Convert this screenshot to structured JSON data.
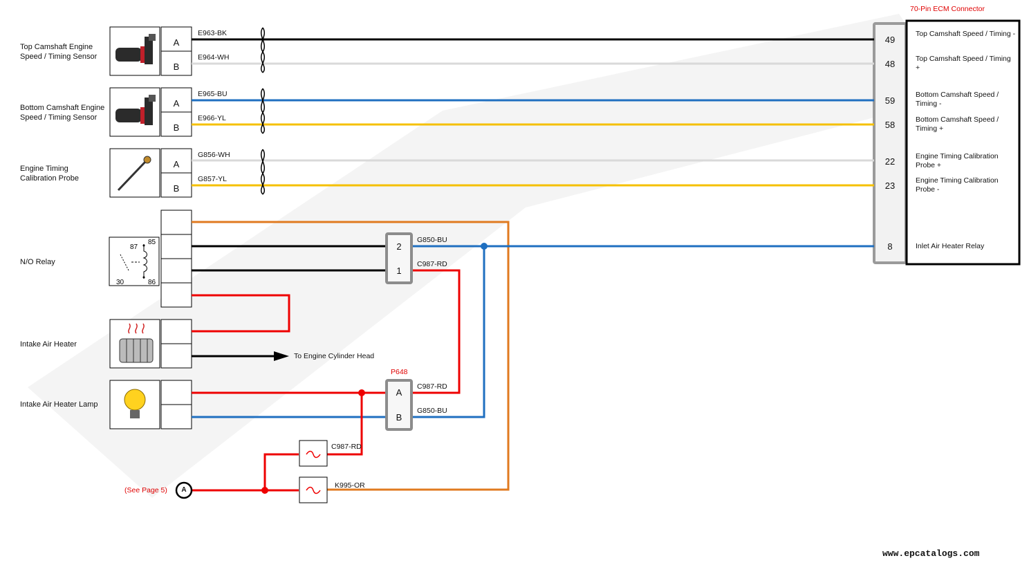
{
  "ecm_connector": {
    "title": "70-Pin ECM Connector",
    "pins": [
      {
        "num": "49",
        "desc": "Top Camshaft Speed / Timing -"
      },
      {
        "num": "48",
        "desc": "Top Camshaft Speed / Timing +"
      },
      {
        "num": "59",
        "desc": "Bottom Camshaft Speed / Timing -"
      },
      {
        "num": "58",
        "desc": "Bottom Camshaft Speed / Timing +"
      },
      {
        "num": "22",
        "desc": "Engine Timing Calibration Probe +"
      },
      {
        "num": "23",
        "desc": "Engine Timing Calibration Probe -"
      },
      {
        "num": "8",
        "desc": "Inlet Air Heater Relay"
      }
    ]
  },
  "components": [
    {
      "name": "Top Camshaft Engine Speed / Timing Sensor",
      "icon": "camshaft-sensor-icon",
      "pins": [
        "A",
        "B"
      ]
    },
    {
      "name": "Bottom Camshaft Engine Speed / Timing Sensor",
      "icon": "camshaft-sensor-icon",
      "pins": [
        "A",
        "B"
      ]
    },
    {
      "name": "Engine Timing Calibration Probe",
      "icon": "calibration-probe-icon",
      "pins": [
        "A",
        "B"
      ]
    },
    {
      "name": "N/O Relay",
      "icon": "relay-icon",
      "pins": [
        "",
        "",
        "",
        ""
      ],
      "relay_terminals": [
        "87",
        "85",
        "30",
        "86"
      ]
    },
    {
      "name": "Intake Air Heater",
      "icon": "heater-icon",
      "pins": [
        "",
        ""
      ]
    },
    {
      "name": "Intake Air Heater Lamp",
      "icon": "lamp-icon",
      "pins": [
        "",
        ""
      ]
    }
  ],
  "wires": {
    "e963": "E963-BK",
    "e964": "E964-WH",
    "e965": "E965-BU",
    "e966": "E966-YL",
    "g856": "G856-WH",
    "g857": "G857-YL",
    "g850_top": "G850-BU",
    "c987_top": "C987-RD",
    "c987_mid": "C987-RD",
    "g850_bot": "G850-BU",
    "c987_fuse": "C987-RD",
    "k995": "K995-OR"
  },
  "connectors": {
    "relay_conn_pins": [
      "2",
      "1"
    ],
    "p648": {
      "name": "P648",
      "pins": [
        "A",
        "B"
      ]
    }
  },
  "annotations": {
    "to_cylinder_head": "To Engine Cylinder Head",
    "see_page": "(See Page 5)",
    "offpage_ref": "A",
    "watermark_url": "www.epcatalogs.com"
  },
  "colors": {
    "black": "#000000",
    "white_wire": "#d9d9d9",
    "blue": "#1f6fc0",
    "yellow": "#f5c000",
    "red": "#ee0000",
    "orange": "#e07a1f"
  }
}
